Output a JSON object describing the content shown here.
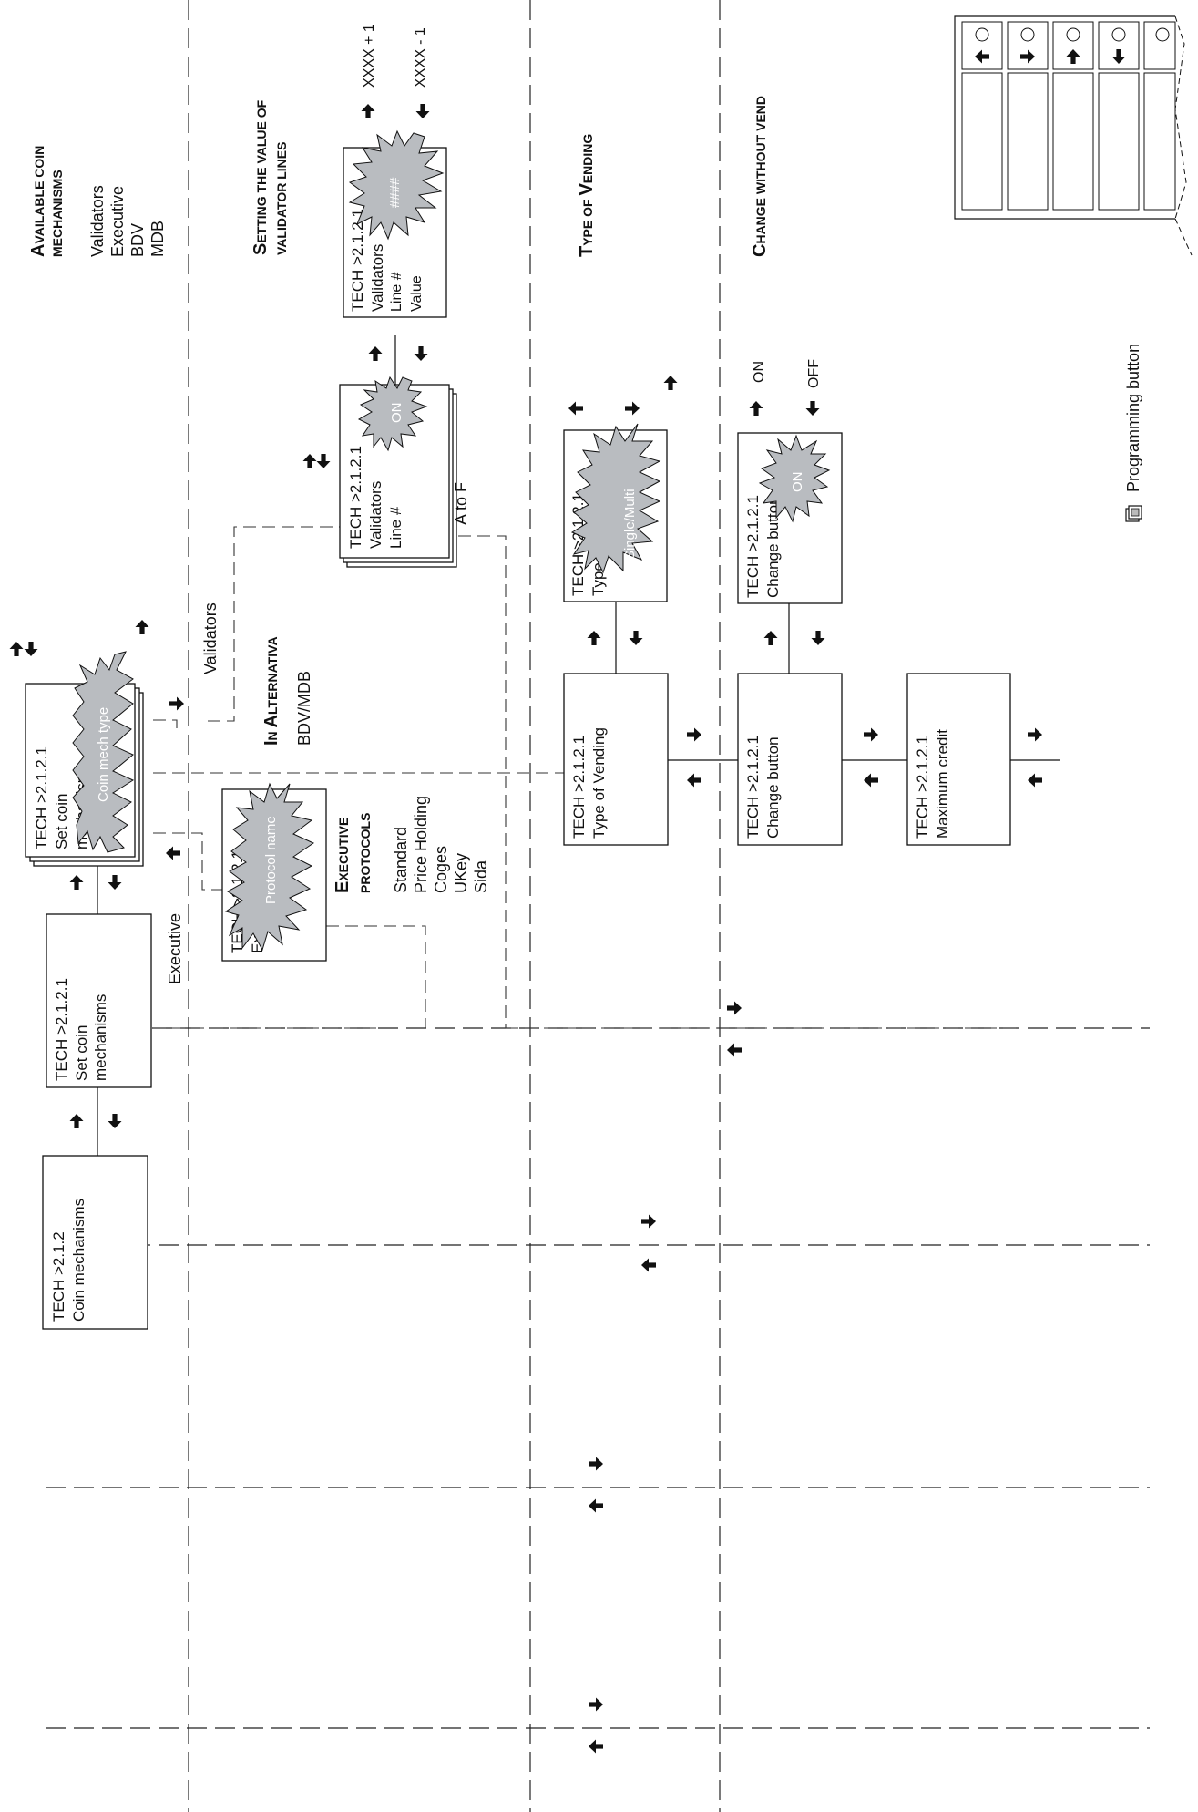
{
  "headings": {
    "available_coin": {
      "big": "A",
      "rest_line1": "VAILABLE COIN",
      "line2": "MECHANISMS"
    },
    "available_items": [
      "Validators",
      "Executive",
      "BDV",
      "MDB"
    ],
    "setting_value": {
      "big": "S",
      "rest_line1": "ETTING THE VALUE OF",
      "line2": "VALIDATOR LINES"
    },
    "type_of_vending": {
      "big": "T",
      "rest": "YPE OF ",
      "big2": "V",
      "rest2": "ENDING"
    },
    "change_without_vend": {
      "big": "C",
      "rest": "HANGE WITHOUT VEND"
    },
    "in_alternativa": {
      "big": "I",
      "rest": "N ",
      "big2": "A",
      "rest2": "LTERNATIVA"
    },
    "executive_protocols": {
      "big": "E",
      "rest_line1": "XECUTIVE",
      "line2": "PROTOCOLS"
    },
    "protocol_items": [
      "Standard",
      "Price Holding",
      "Coges",
      "UKey",
      "Sida"
    ]
  },
  "labels": {
    "bdv_mdb": "BDV/MDB",
    "validators": "Validators",
    "executive": "Executive",
    "a_to_f": "A to F",
    "xxxx_plus": "XXXX + 1",
    "xxxx_minus": "XXXX - 1",
    "on": "ON",
    "off": "OFF",
    "programming_button": "Programming button"
  },
  "boxes": {
    "coin_mechanisms": [
      "TECH >2.1.2",
      "Coin mechanisms"
    ],
    "set_coin_1": [
      "TECH >2.1.2.1",
      "Set coin",
      "mechanisms"
    ],
    "set_coin_2": [
      "TECH >2.1.2.1",
      "Set coin",
      "mechanisms"
    ],
    "executive": [
      "TECH >2.1.2.1",
      "Executive"
    ],
    "validators_line": [
      "TECH >2.1.2.1",
      "Validators",
      "Line #"
    ],
    "validators_value": [
      "TECH >2.1.2.1",
      "Validators",
      "Line #",
      "Value"
    ],
    "type_vending_main": [
      "TECH >2.1.2.1",
      "Type of Vending"
    ],
    "type_vending_sub": [
      "TECH >2.1.2.1",
      "Type of Vending"
    ],
    "change_main": [
      "TECH >2.1.2.1",
      "Change button"
    ],
    "change_sub": [
      "TECH >2.1.2.1",
      "Change button"
    ],
    "max_credit": [
      "TECH >2.1.2.1",
      "Maximum credit"
    ]
  },
  "bursts": {
    "coin_mech_type": "Coin mech type",
    "protocol_name": "Protocol name",
    "on_validators": "ON",
    "hash_value": "####",
    "single_multi": "Single/Multi",
    "on_change": "ON"
  },
  "icons": {
    "arrow_up": "arrow-up-icon",
    "arrow_down": "arrow-down-icon",
    "arrow_left": "arrow-left-icon",
    "arrow_right": "arrow-right-icon",
    "programming_button": "programming-button-icon"
  }
}
